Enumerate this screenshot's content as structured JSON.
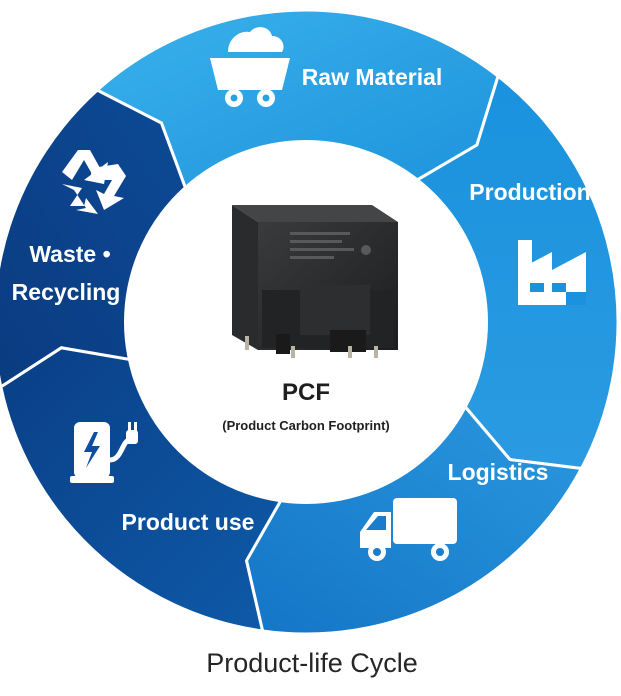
{
  "diagram": {
    "stages": [
      {
        "label": "Raw Material",
        "icon": "mine-cart-icon"
      },
      {
        "label": "Production",
        "icon": "factory-icon"
      },
      {
        "label": "Logistics",
        "icon": "truck-icon"
      },
      {
        "label": "Product use",
        "icon": "ev-charger-icon"
      },
      {
        "label_line1": "Waste •",
        "label_line2": "Recycling",
        "icon": "recycle-icon"
      }
    ],
    "center": {
      "title": "PCF",
      "subtitle": "(Product Carbon Footprint)",
      "image": "relay-component-image"
    },
    "footer_title": "Product-life Cycle",
    "colors": {
      "raw_material": "#2aa0e3",
      "production": "#1a8fdb",
      "logistics": "#2186d2",
      "product_use": "#0d4f9f",
      "waste_recycling": "#0b3f88",
      "center_bg": "#ffffff",
      "text_dark": "#1f1f1f"
    }
  }
}
